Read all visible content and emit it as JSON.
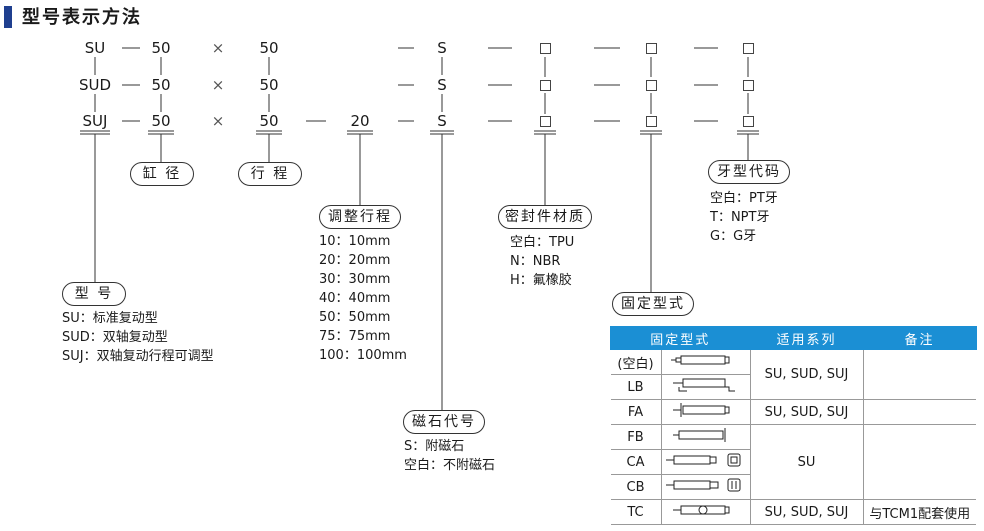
{
  "title": "型号表示方法",
  "rows": [
    {
      "model": "SU",
      "bore": "50",
      "x": "×",
      "stroke": "50",
      "magnet": "S"
    },
    {
      "model": "SUD",
      "bore": "50",
      "x": "×",
      "stroke": "50",
      "magnet": "S"
    },
    {
      "model": "SUJ",
      "bore": "50",
      "x": "×",
      "stroke": "50",
      "adjust": "20",
      "magnet": "S"
    }
  ],
  "labels": {
    "bore": "缸 径",
    "stroke": "行 程",
    "adjust": "调整行程",
    "seal": "密封件材质",
    "thread": "牙型代码",
    "model": "型 号",
    "magnet": "磁石代号",
    "mount": "固定型式"
  },
  "notes": {
    "thread": [
      "空白：PT牙",
      "T：NPT牙",
      "G：G牙"
    ],
    "adjust": [
      "10：10mm",
      "20：20mm",
      "30：30mm",
      "40：40mm",
      "50：50mm",
      "75：75mm",
      "100：100mm"
    ],
    "seal": [
      "空白：TPU",
      "N：NBR",
      "H：氟橡胶"
    ],
    "model": [
      "SU：标准复动型",
      "SUD：双轴复动型",
      "SUJ：双轴复动行程可调型"
    ],
    "magnet": [
      "S：附磁石",
      "空白：不附磁石"
    ]
  },
  "table": {
    "headers": [
      "固定型式",
      "适用系列",
      "备注"
    ],
    "rows": [
      {
        "code": "(空白)",
        "series": "SU, SUD, SUJ",
        "note": ""
      },
      {
        "code": "LB",
        "series": "",
        "note": ""
      },
      {
        "code": "FA",
        "series": "SU, SUD, SUJ",
        "note": ""
      },
      {
        "code": "FB",
        "series": "SU",
        "note": ""
      },
      {
        "code": "CA",
        "series": "",
        "note": ""
      },
      {
        "code": "CB",
        "series": "",
        "note": ""
      },
      {
        "code": "TC",
        "series": "SU, SUD, SUJ",
        "note": "与TCM1配套使用"
      }
    ]
  },
  "colors": {
    "accent": "#1b8fd4",
    "title_bar": "#1f3f8f"
  }
}
